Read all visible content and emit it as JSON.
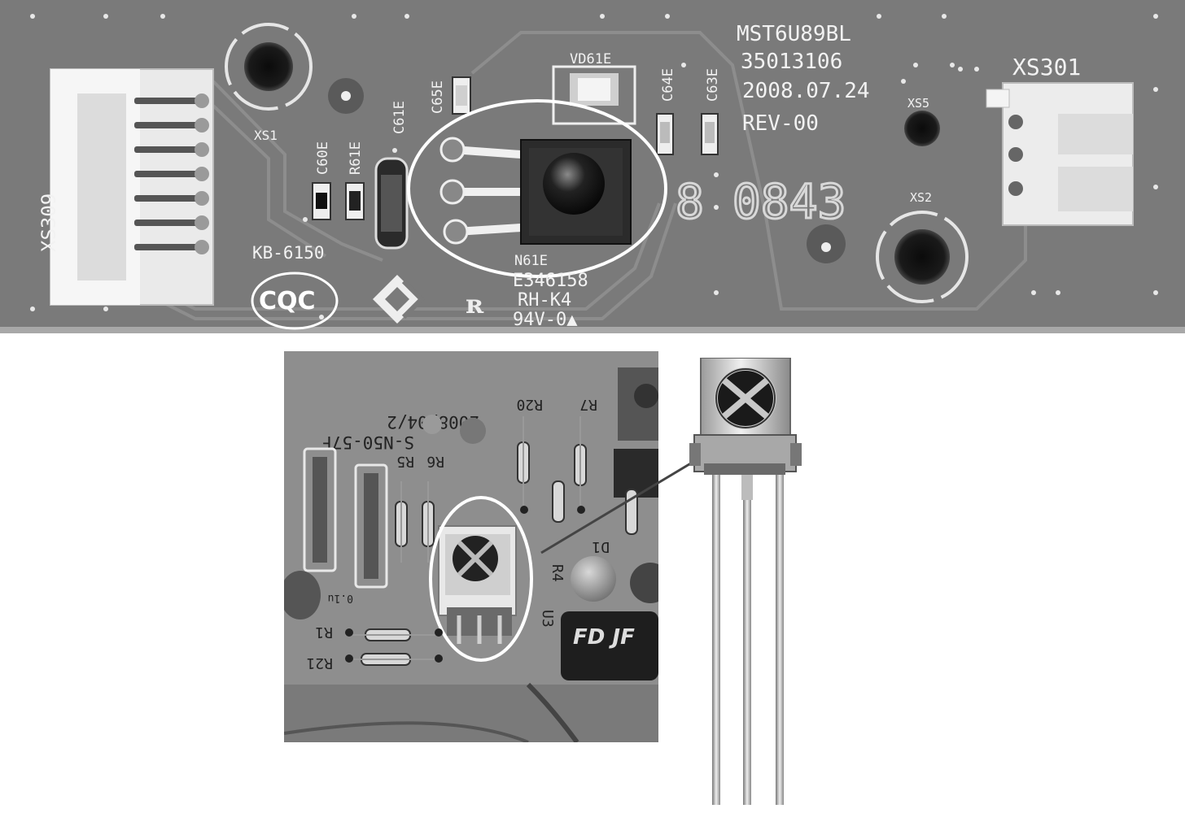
{
  "top_board": {
    "model": "MST6U89BL",
    "part_number": "35013106",
    "date": "2008.07.24",
    "revision": "REV-00",
    "code": "8 0843",
    "board_id": "KB-6150",
    "cert_mark": "CQC",
    "ul_number": "E346158",
    "rh_mark": "RH-K4",
    "flammability": "94V-0▲",
    "connectors": {
      "left": "XS309",
      "right": "XS301"
    },
    "holes": {
      "xs1": "XS1",
      "xs2": "XS2",
      "xs5": "XS5"
    },
    "components": {
      "vd61e": "VD61E",
      "c65e": "C65E",
      "c64e": "C64E",
      "c63e": "C63E",
      "c61e": "C61E",
      "c60e": "C60E",
      "r61e": "R61E",
      "n61e": "N61E"
    }
  },
  "bottom_board": {
    "date": "2008/04/2",
    "board_id": "S-N50-57F",
    "resistors": {
      "r20": "R20",
      "r7": "R7",
      "r6": "R6",
      "r5": "R5",
      "r4": "R4",
      "r1": "R1",
      "r21": "R21"
    },
    "d1": "D1",
    "u3": "U3",
    "cap_brand": "FD JF",
    "cap_small": "0.1u"
  },
  "colors": {
    "pcb": "#7a7a7a",
    "pcb_dark": "#5e5e5e",
    "silkscreen": "#f2f2f2",
    "highlight": "#ffffff"
  }
}
